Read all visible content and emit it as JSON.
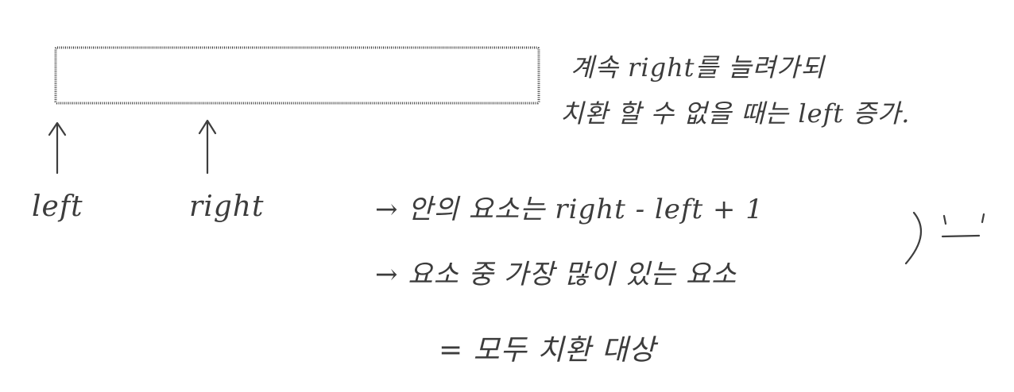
{
  "note": {
    "line1": "계속 right를 늘려가되",
    "line2": "치환 할 수 없을 때는 left 증가."
  },
  "pointers": {
    "left_label": "left",
    "right_label": "right"
  },
  "steps": {
    "step1": "→ 안의 요소는 right - left + 1",
    "step2": "→ 요소 중 가장 많이 있는 요소",
    "result": "= 모두 치환 대상"
  },
  "bracket": {
    "mark": ")"
  }
}
